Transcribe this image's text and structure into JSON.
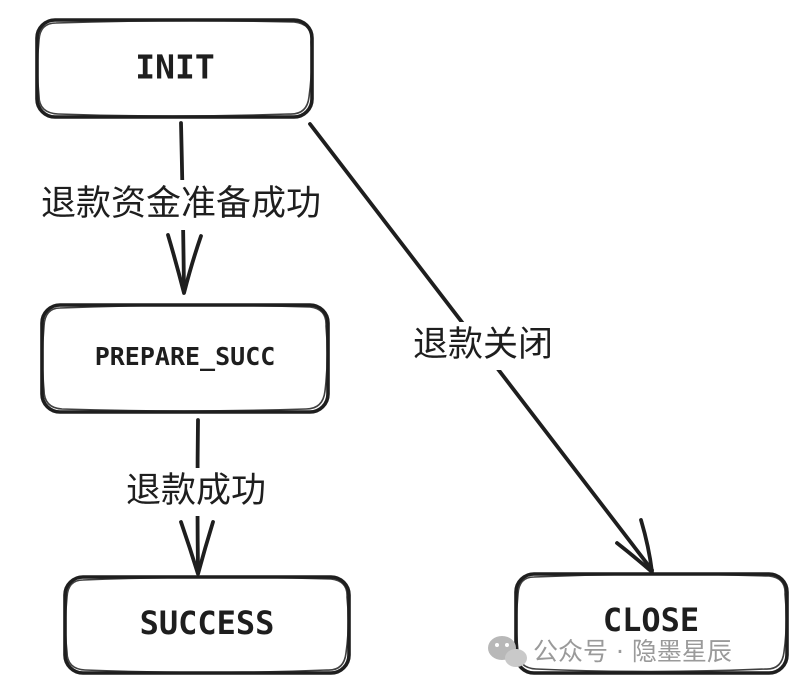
{
  "nodes": {
    "init": "INIT",
    "prepare_succ": "PREPARE_SUCC",
    "success": "SUCCESS",
    "close": "CLOSE"
  },
  "edges": {
    "init_to_prepare": "退款资金准备成功",
    "prepare_to_success": "退款成功",
    "init_to_close": "退款关闭"
  },
  "watermark": {
    "text": "公众号 · 隐墨星辰",
    "icon": "wechat-icon"
  }
}
